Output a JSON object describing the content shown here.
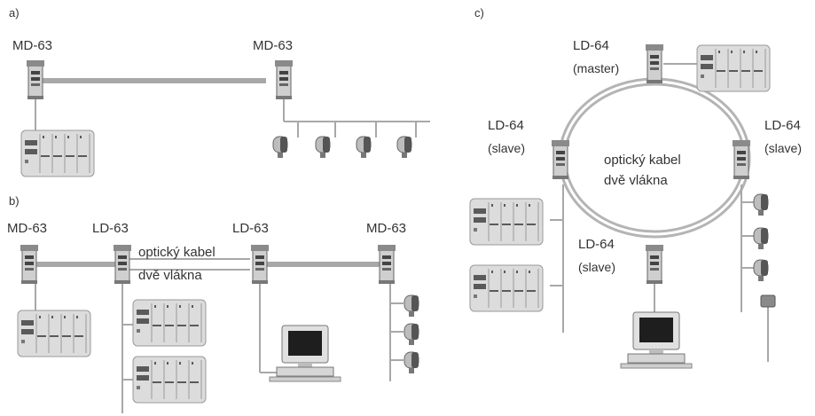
{
  "panels": {
    "a": "a)",
    "b": "b)",
    "c": "c)"
  },
  "labels": {
    "a_left": "MD-63",
    "a_right": "MD-63",
    "b_md_left": "MD-63",
    "b_ld_left": "LD-63",
    "b_ld_right": "LD-63",
    "b_md_right": "MD-63",
    "b_fiber_1": "optický kabel",
    "b_fiber_2": "dvě vlákna",
    "c_master_1": "LD-64",
    "c_master_2": "(master)",
    "c_left_1": "LD-64",
    "c_left_2": "(slave)",
    "c_right_1": "LD-64",
    "c_right_2": "(slave)",
    "c_bottom_1": "LD-64",
    "c_bottom_2": "(slave)",
    "c_fiber_1": "optický kabel",
    "c_fiber_2": "dvě vlákna"
  },
  "colors": {
    "line": "#a8a8a8",
    "ring": "#b4b4b4",
    "rack_fill": "#dcdcdc",
    "module_fill": "#5a5a5a",
    "monitor_screen": "#1e1e1e",
    "sensor_fill": "#555555"
  },
  "icons": {
    "modem": "modem-icon",
    "plc_rack": "plc-rack-icon",
    "sensor": "sensor-icon",
    "computer": "computer-icon",
    "probe": "probe-icon"
  }
}
